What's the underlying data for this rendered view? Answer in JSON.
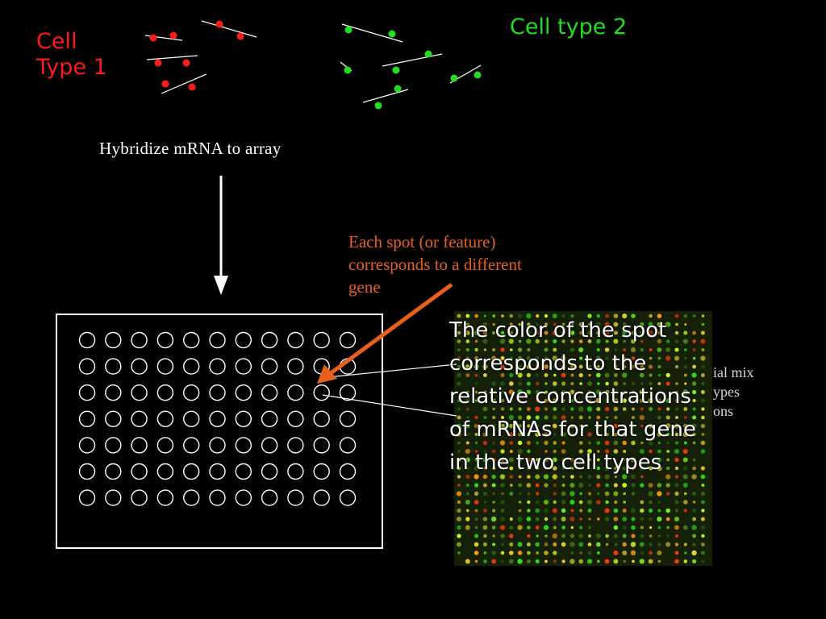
{
  "labels": {
    "cell_type_1": "Cell\nType 1",
    "cell_type_2": "Cell type 2",
    "hybridize": "Hybridize mRNA to array",
    "spot_note": "Each spot (or feature)\ncorresponds to a different\ngene",
    "hidden_text": "ial mix\nypes\nons",
    "color_note": "The color of the spot\ncorresponds to the\nrelative concentrations\nof mRNAs for that gene\nin the two cell types"
  },
  "colors": {
    "background": "#000000",
    "cell_type_1": "#ff1a1a",
    "cell_type_2": "#22dd22",
    "annotation_arrow": "#e8601c",
    "array_outline": "#ffffff"
  },
  "array_grid": {
    "rows": 7,
    "cols": 11
  }
}
